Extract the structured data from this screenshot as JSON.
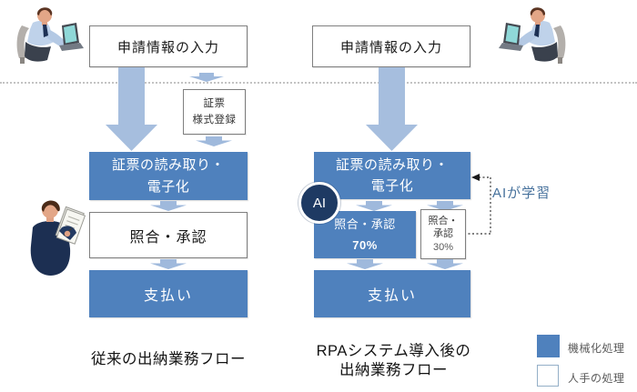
{
  "left": {
    "caption": "従来の出納業務フロー",
    "box_input": "申請情報の入力",
    "box_form_line1": "証票",
    "box_form_line2": "様式登録",
    "box_read_line1": "証票の読み取り・",
    "box_read_line2": "電子化",
    "box_verify": "照合・承認",
    "box_pay": "支払い"
  },
  "right": {
    "caption_line1": "RPAシステム導入後の",
    "caption_line2": "出納業務フロー",
    "box_input": "申請情報の入力",
    "box_read_line1": "証票の読み取り・",
    "box_read_line2": "電子化",
    "ai_badge": "AI",
    "verify_auto_label": "照合・承認",
    "verify_auto_pct": "70%",
    "verify_manual_line1": "照合・",
    "verify_manual_line2": "承認",
    "verify_manual_pct": "30%",
    "ai_learn_label": "AIが学習",
    "box_pay": "支払い"
  },
  "legend": {
    "machine_label": "機械化処理",
    "manual_label": "人手の処理"
  },
  "colors": {
    "box_blue": "#4f81bd",
    "arrow_light_blue": "#a6bede",
    "chevron_blue": "#9fb9dc",
    "ai_navy": "#1e3a63",
    "ai_learn_text": "#46719c",
    "legend_text": "#595959"
  }
}
